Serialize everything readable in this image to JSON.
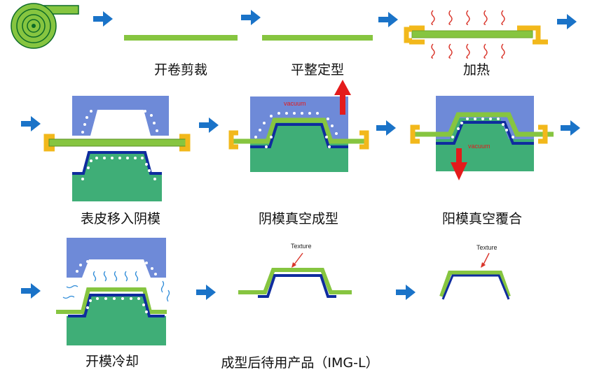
{
  "steps": {
    "uncoil_cut": "开卷剪裁",
    "flatten": "平整定型",
    "heat": "加热",
    "skin_to_female_mold": "表皮移入阴模",
    "female_vacuum_forming": "阴模真空成型",
    "male_vacuum_lamination": "阳模真空覆合",
    "mold_open_cool": "开模冷却",
    "final_product": "成型后待用产品（IMG-L）"
  },
  "annotations": {
    "vacuum_top": "vacuum",
    "vacuum_bottom": "vacuum",
    "texture_1": "Texture",
    "texture_2": "Texture"
  },
  "colors": {
    "arrow_blue": "#1a73c8",
    "mold_blue": "#6e8ad8",
    "mold_green": "#3fae77",
    "skin_green": "#86c540",
    "substrate_navy": "#0f2c9e",
    "clamp_yellow": "#f2b81b",
    "heat_red": "#d9342a",
    "vacuum_red": "#e41b1b"
  }
}
